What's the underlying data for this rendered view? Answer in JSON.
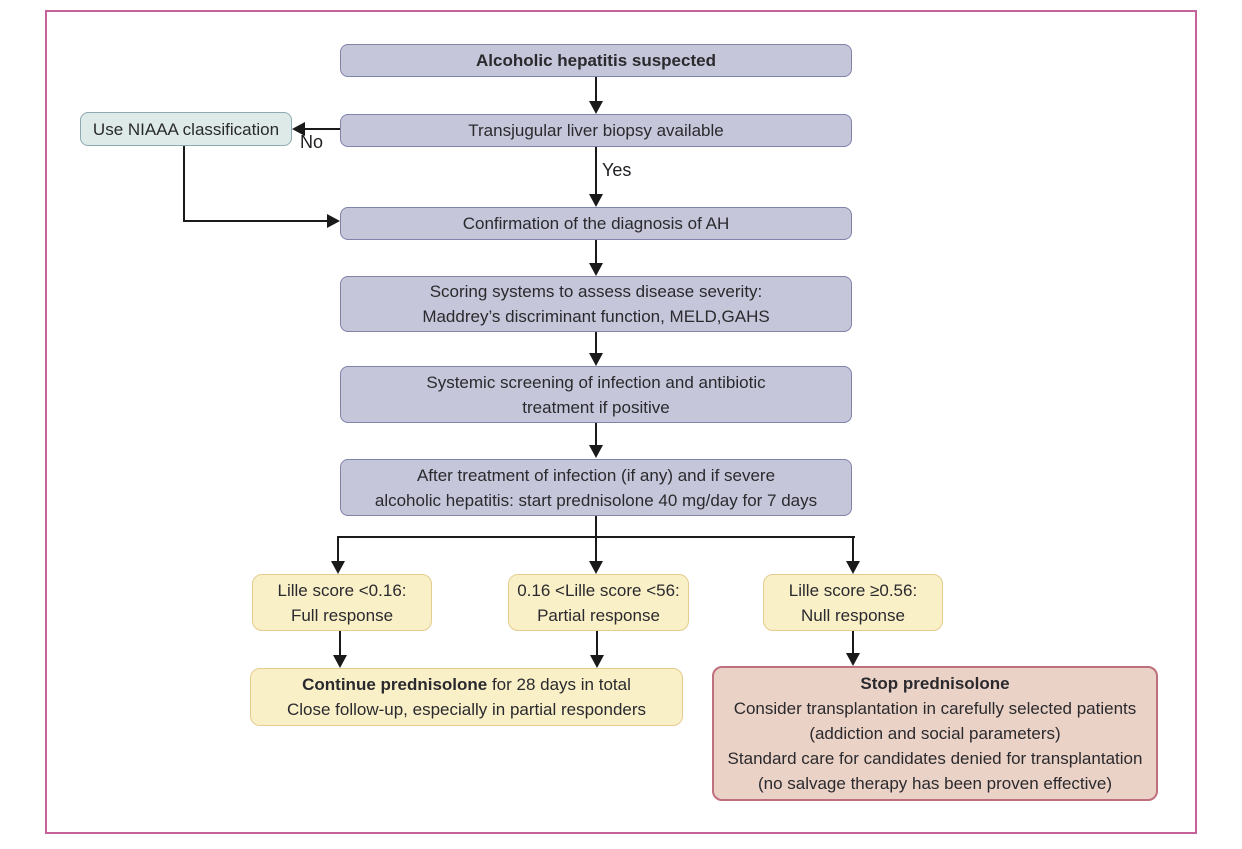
{
  "diagram": {
    "title_node": "Alcoholic hepatitis suspected",
    "labels": {
      "yes": "Yes",
      "no": "No"
    },
    "nodes": {
      "suspected": {
        "text": "Alcoholic hepatitis suspected"
      },
      "biopsy": {
        "text": "Transjugular liver biopsy available"
      },
      "niaaa": {
        "text": "Use NIAAA classification"
      },
      "confirm": {
        "text": "Confirmation of the diagnosis of AH"
      },
      "scoring": {
        "line1": "Scoring systems to assess disease severity:",
        "line2": "Maddrey’s discriminant function, MELD,GAHS"
      },
      "screening": {
        "line1": "Systemic screening of infection and antibiotic",
        "line2": "treatment if positive"
      },
      "start_prednisolone": {
        "line1": "After treatment of infection (if any) and if severe",
        "line2": "alcoholic hepatitis: start prednisolone 40 mg/day for 7 days"
      },
      "full_response": {
        "line1": "Lille score <0.16:",
        "line2": "Full response"
      },
      "partial_response": {
        "line1": "0.16 <Lille score <56:",
        "line2": "Partial response"
      },
      "null_response": {
        "line1": "Lille score ≥0.56:",
        "line2": "Null response"
      },
      "continue_prednisolone": {
        "line1_bold": "Continue prednisolone",
        "line1_rest": " for 28 days in total",
        "line2": "Close follow-up, especially in partial responders"
      },
      "stop_prednisolone": {
        "title": "Stop prednisolone",
        "line2": "Consider transplantation in carefully selected patients",
        "line3": "(addiction and social parameters)",
        "line4": "Standard care for candidates denied for transplantation",
        "line5": "(no salvage therapy has been proven effective)"
      }
    },
    "colors": {
      "frame_border": "#c4639b",
      "process_fill": "#c5c6d9",
      "process_border": "#7f82ab",
      "niaaa_fill": "#ddeae7",
      "niaaa_border": "#8fa9b2",
      "response_fill": "#faf0c8",
      "response_border": "#e3cc8e",
      "stop_fill": "#ebd2c6",
      "stop_border": "#c06f7e",
      "arrow": "#1a1a1a"
    }
  }
}
